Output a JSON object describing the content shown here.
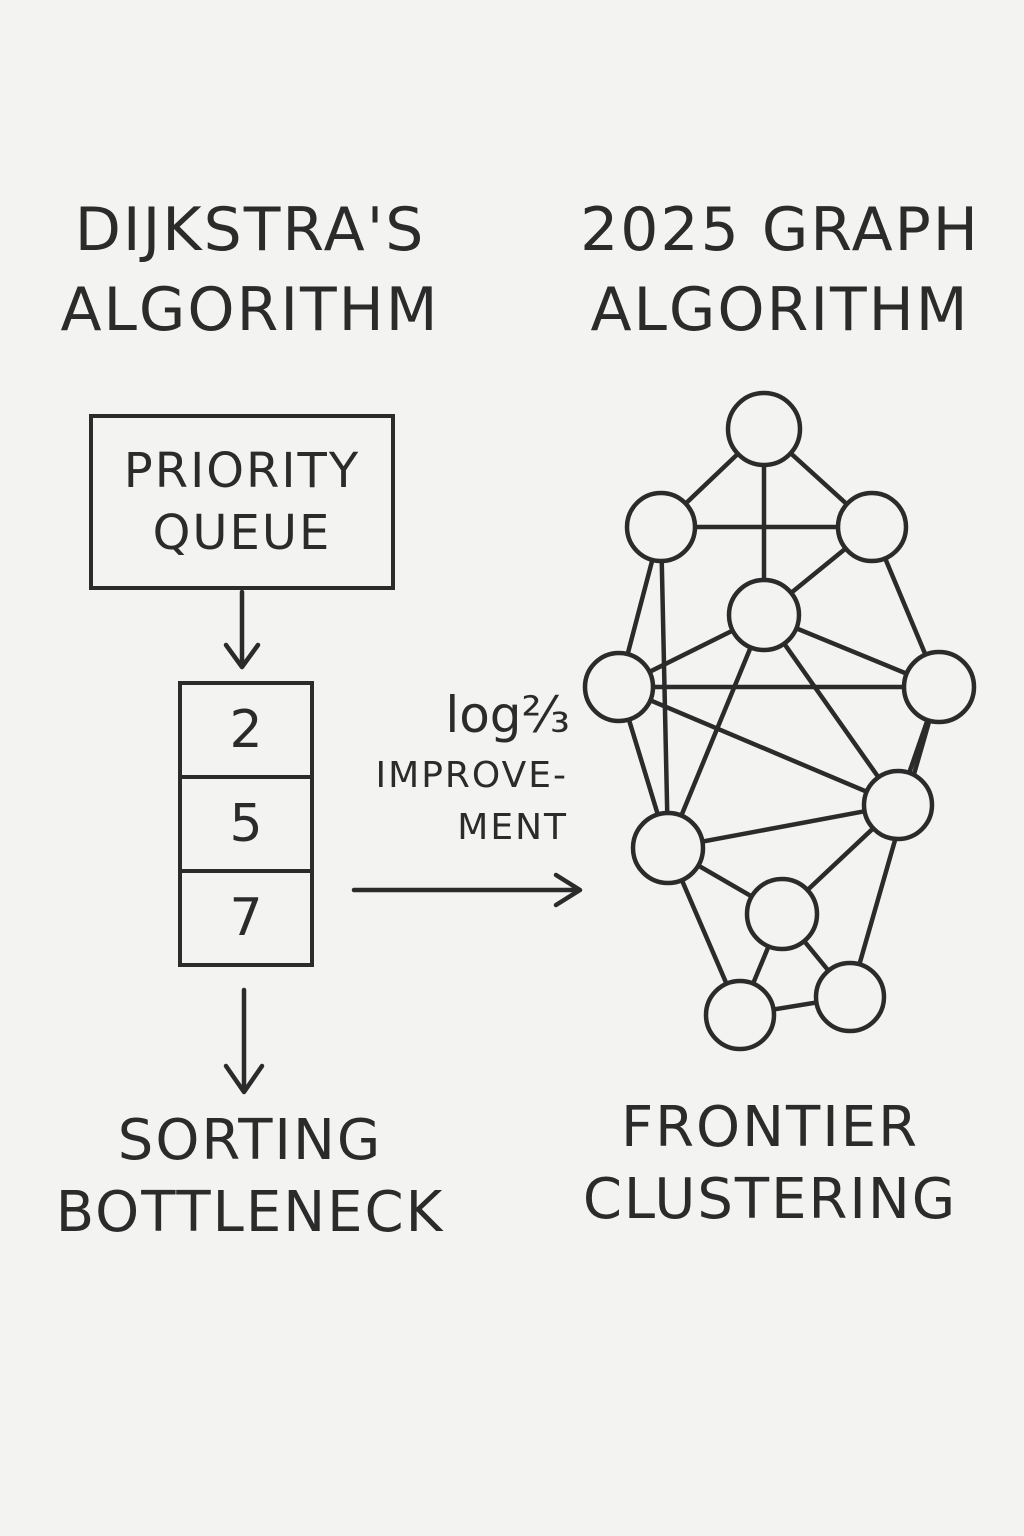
{
  "left": {
    "title_lines": [
      "DIJKSTRA'S",
      "ALGORITHM"
    ],
    "box_lines": [
      "PRIORITY",
      "QUEUE"
    ],
    "stack_values": [
      "2",
      "5",
      "7"
    ],
    "caption_lines": [
      "SORTING",
      "BOTTLENECK"
    ]
  },
  "right": {
    "title_lines": [
      "2025 GRAPH",
      "ALGORITHM"
    ],
    "caption_lines": [
      "FRONTIER",
      "CLUSTERING"
    ]
  },
  "middle": {
    "log_text": "log²⁄₃",
    "label_lines": [
      "IMPROVE-",
      "MENT"
    ]
  },
  "colors": {
    "ink": "#2b2b2b",
    "background": "#f3f3f1"
  }
}
